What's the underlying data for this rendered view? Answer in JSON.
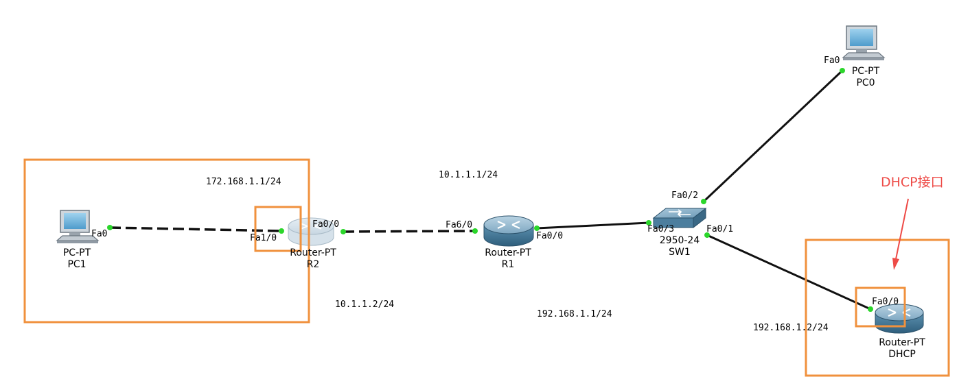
{
  "colors": {
    "highlight_box": "#f0913d",
    "link": "#111111",
    "port_up": "#2bd62b",
    "annotation": "#ee4b47",
    "router_body": "#4f86a6",
    "switch_body": "#5c8fb0"
  },
  "devices": {
    "pc1": {
      "model": "PC-PT",
      "name": "PC1",
      "icon": "pc-icon"
    },
    "r2": {
      "model": "Router-PT",
      "name": "R2",
      "icon": "router-icon"
    },
    "r1": {
      "model": "Router-PT",
      "name": "R1",
      "icon": "router-icon"
    },
    "sw1": {
      "model": "2950-24",
      "name": "SW1",
      "icon": "switch-icon"
    },
    "pc0": {
      "model": "PC-PT",
      "name": "PC0",
      "icon": "pc-icon"
    },
    "dhcp": {
      "model": "Router-PT",
      "name": "DHCP",
      "icon": "router-icon"
    }
  },
  "ports": {
    "pc1_fa0": "Fa0",
    "r2_fa10": "Fa1/0",
    "r2_fa00": "Fa0/0",
    "r1_fa60": "Fa6/0",
    "r1_fa00": "Fa0/0",
    "sw1_fa03": "Fa0/3",
    "sw1_fa02": "Fa0/2",
    "sw1_fa01": "Fa0/1",
    "pc0_fa0": "Fa0",
    "dhcp_fa00": "Fa0/0"
  },
  "addresses": {
    "pc1_net": "172.168.1.1/24",
    "r1_fa60": "10.1.1.1/24",
    "r2_fa00": "10.1.1.2/24",
    "r1_fa00": "192.168.1.1/24",
    "dhcp_fa00": "192.168.1.2/24"
  },
  "annotation": {
    "text": "DHCP接口"
  }
}
